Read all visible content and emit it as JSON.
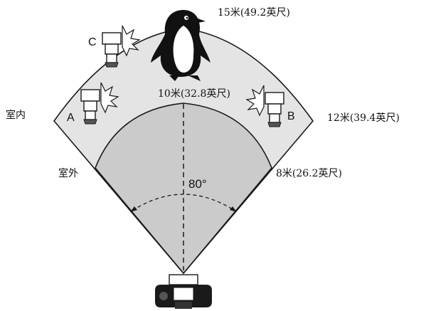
{
  "distances": {
    "d15": "15米(49.2英尺)",
    "d12": "12米(39.4英尺)",
    "d10": "10米(32.8英尺)",
    "d8": "8米(26.2英尺)"
  },
  "zones": {
    "indoor": "室内",
    "outdoor": "室外"
  },
  "angle": {
    "value": "80°"
  },
  "flash_units": {
    "a": "A",
    "b": "B",
    "c": "C"
  },
  "colors": {
    "outer_zone": "#e4e4e4",
    "inner_zone": "#cbcbcb",
    "line": "#1a1a1a"
  }
}
